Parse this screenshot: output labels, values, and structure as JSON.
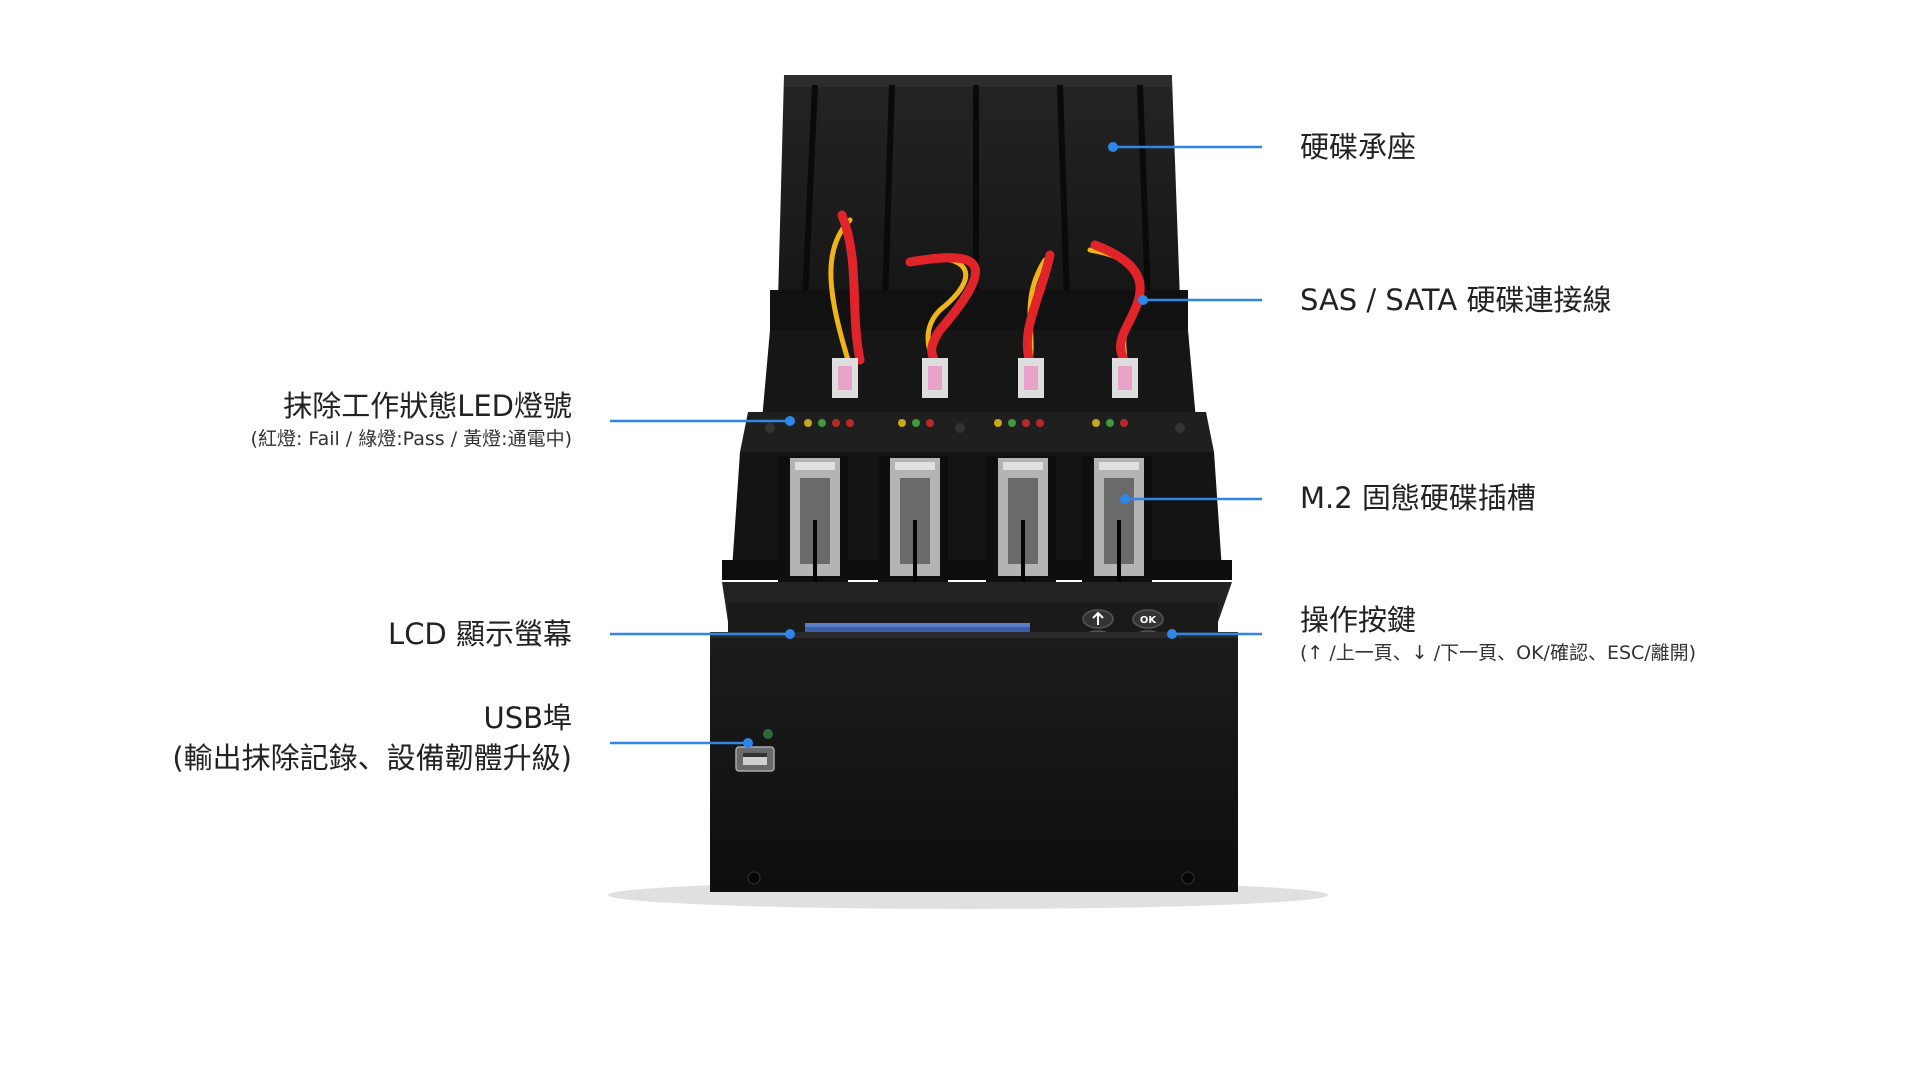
{
  "colors": {
    "callout": "#2f86e8",
    "device": "#171717",
    "device_dark": "#0c0c0c",
    "panel": "#1e1e1e",
    "lcd": "#3a5fa8",
    "cable_red": "#e0242a",
    "cable_yellow": "#f0b418"
  },
  "labels": {
    "hdd_cradle": "硬碟承座",
    "sas_sata_cable": "SAS / SATA 硬碟連接線",
    "led_title": "抹除工作狀態LED燈號",
    "led_sub": "(紅燈: Fail / 綠燈:Pass / 黃燈:通電中)",
    "m2_slot": "M.2 固態硬碟插槽",
    "lcd_screen": "LCD 顯示螢幕",
    "buttons_title": "操作按鍵",
    "buttons_sub": "(↑ /上一頁、↓ /下一頁、OK/確認、ESC/離開)",
    "usb_title": "USB埠",
    "usb_sub": "(輸出抹除記錄、設備韌體升級)"
  },
  "device": {
    "ok_button": "OK",
    "up_icon": "arrow-up-icon",
    "down_icon": "arrow-down-icon",
    "esc_icon": "close-icon"
  }
}
